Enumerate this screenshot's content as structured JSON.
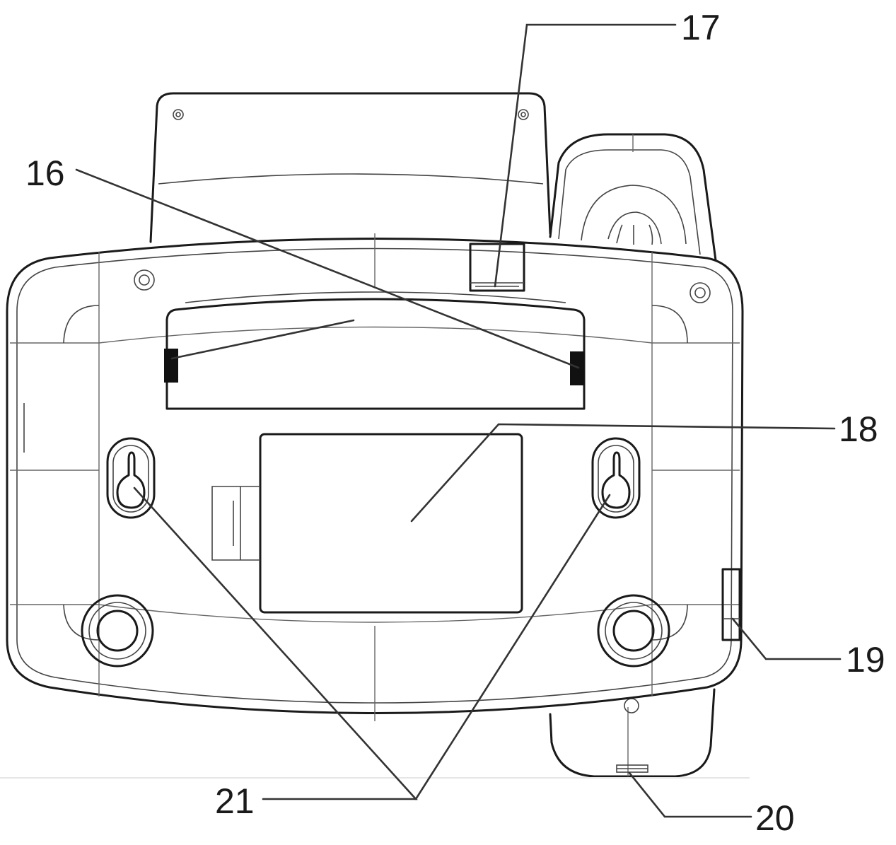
{
  "callouts": {
    "c16": "16",
    "c17": "17",
    "c18": "18",
    "c19": "19",
    "c20": "20",
    "c21": "21"
  },
  "colors": {
    "line": "#1a1a1a",
    "leader": "#333333",
    "fill_dark": "#111111",
    "background": "#ffffff"
  }
}
